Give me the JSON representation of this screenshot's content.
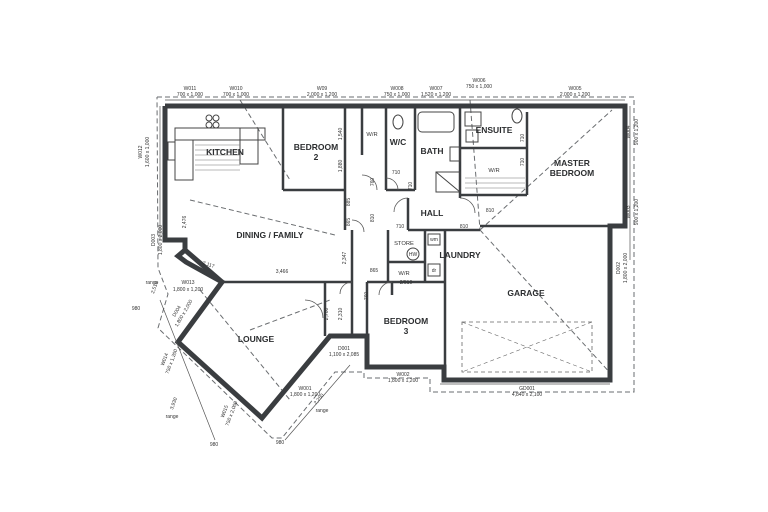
{
  "rooms": {
    "kitchen": "KITCHEN",
    "bedroom2_l1": "BEDROOM",
    "bedroom2_l2": "2",
    "wr_top": "W/R",
    "wc": "W/C",
    "bath": "BATH",
    "ensuite": "ENSUITE",
    "wr_ensuite": "W/R",
    "master_l1": "MASTER",
    "master_l2": "BEDROOM",
    "dining": "DINING / FAMILY",
    "hall": "HALL",
    "store": "STORE",
    "hw": "HW",
    "wm": "wm",
    "dr": "dr",
    "laundry": "LAUNDRY",
    "wr_lower": "W/R",
    "bedroom3_l1": "BEDROOM",
    "bedroom3_l2": "3",
    "garage": "GARAGE",
    "lounge": "LOUNGE"
  },
  "windows_top": [
    {
      "code": "W011",
      "size": "700 x 1,000"
    },
    {
      "code": "W010",
      "size": "700 x 1,000"
    },
    {
      "code": "W09",
      "size": "2,000 x 1,200"
    },
    {
      "code": "W008",
      "size": "750 x 1,000"
    },
    {
      "code": "W007",
      "size": "1,520 x 1,200"
    },
    {
      "code": "W006",
      "size": "750 x 1,000"
    },
    {
      "code": "W005",
      "size": "2,000 x 1,200"
    }
  ],
  "windows_side": {
    "w012_code": "W012",
    "w012_size": "1,600 x 1,000",
    "w004_code": "W004",
    "w004_size": "900 x 1,200",
    "w003_code": "W003",
    "w003_size": "900 x 1,200",
    "d003_code": "D003",
    "d003_size": "1,800 x 2,000",
    "d002_code": "D002",
    "d002_size": "1,800 x 2,000"
  },
  "windows_bottom": {
    "w002_code": "W002",
    "w002_size": "1,800 x 1,200",
    "gd001_code": "GD001",
    "gd001_size": "4,840 x 2,100",
    "w001_code": "W001",
    "w001_size": "1,800 x 1,200",
    "d001_code": "D001",
    "d001_size": "1,100 x 2,085",
    "w013_code": "W013",
    "w013_size": "1,800 x 1,200",
    "d004_code": "D004",
    "d004_size": "1,800 x 2,000",
    "w014_code": "W014",
    "w014_size": "750 x 1,200",
    "w015_code": "W015",
    "w015_size": "750 x 2,000"
  },
  "dimensions": {
    "d1540": "1,540",
    "d1880": "1,880",
    "d760a": "760",
    "d810a": "810",
    "d865": "865",
    "d885": "885",
    "d710a": "710",
    "d710b": "710",
    "d710c": "710",
    "d710d": "710",
    "d700": "700",
    "d710e": "710",
    "d810b": "810",
    "d810c": "810",
    "d2476": "2,476",
    "d2117": "2,117",
    "d3466": "3,466",
    "d2347": "2,347",
    "d2510": "2/510",
    "d865b": "865",
    "d760b": "760",
    "d2700": "2,700",
    "d2310": "2,310",
    "d2510b": "2,510",
    "d3930": "3,930",
    "d2250": "2,250",
    "d2220": "2,220",
    "d2000": "2,000",
    "d980a": "980",
    "d980b": "980",
    "d980c": "980",
    "d980d": "980",
    "deg": "range",
    "deg2": "range",
    "deg3": "range"
  }
}
